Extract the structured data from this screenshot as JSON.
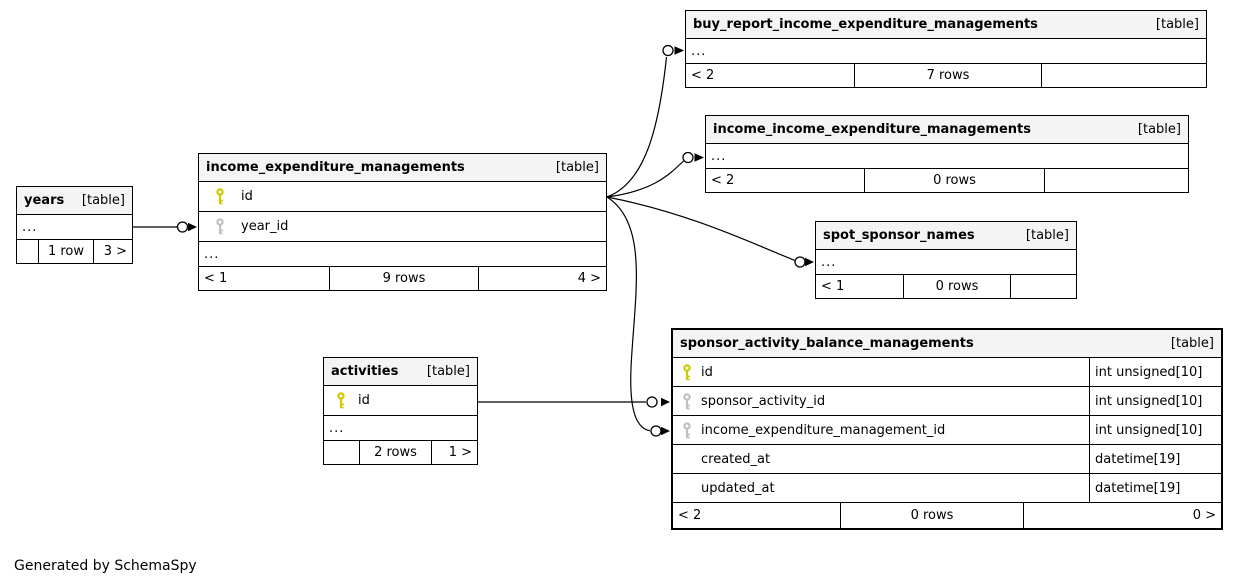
{
  "diagram": {
    "generator_note": "Generated by SchemaSpy"
  },
  "colors": {
    "background": "#ffffff",
    "table_header_bg": "#f4f4f4",
    "border": "#000000",
    "primary_key_icon": "#cccc00",
    "foreign_key_icon": "#c0c0c0"
  },
  "tables": {
    "years": {
      "title": "years",
      "tag": "[table]",
      "ellipsis": "...",
      "footer": {
        "left": "",
        "center": "1 row",
        "right": "3 >"
      }
    },
    "income_expenditure_managements": {
      "title": "income_expenditure_managements",
      "tag": "[table]",
      "columns": [
        {
          "name": "id",
          "key": "primary"
        },
        {
          "name": "year_id",
          "key": "foreign"
        }
      ],
      "ellipsis": "...",
      "footer": {
        "left": "< 1",
        "center": "9 rows",
        "right": "4 >"
      }
    },
    "buy_report_income_expenditure_managements": {
      "title": "buy_report_income_expenditure_managements",
      "tag": "[table]",
      "ellipsis": "...",
      "footer": {
        "left": "< 2",
        "center": "7 rows",
        "right": ""
      }
    },
    "income_income_expenditure_managements": {
      "title": "income_income_expenditure_managements",
      "tag": "[table]",
      "ellipsis": "...",
      "footer": {
        "left": "< 2",
        "center": "0 rows",
        "right": ""
      }
    },
    "spot_sponsor_names": {
      "title": "spot_sponsor_names",
      "tag": "[table]",
      "ellipsis": "...",
      "footer": {
        "left": "< 1",
        "center": "0 rows",
        "right": ""
      }
    },
    "activities": {
      "title": "activities",
      "tag": "[table]",
      "columns": [
        {
          "name": "id",
          "key": "primary"
        }
      ],
      "ellipsis": "...",
      "footer": {
        "left": "",
        "center": "2 rows",
        "right": "1 >"
      }
    },
    "sponsor_activity_balance_managements": {
      "title": "sponsor_activity_balance_managements",
      "tag": "[table]",
      "columns": [
        {
          "name": "id",
          "key": "primary",
          "type": "int unsigned[10]"
        },
        {
          "name": "sponsor_activity_id",
          "key": "foreign",
          "type": "int unsigned[10]"
        },
        {
          "name": "income_expenditure_management_id",
          "key": "foreign",
          "type": "int unsigned[10]"
        },
        {
          "name": "created_at",
          "key": "none",
          "type": "datetime[19]"
        },
        {
          "name": "updated_at",
          "key": "none",
          "type": "datetime[19]"
        }
      ],
      "footer": {
        "left": "< 2",
        "center": "0 rows",
        "right": "0 >"
      }
    }
  },
  "relationships": [
    {
      "from": "years",
      "to": "income_expenditure_managements.year_id"
    },
    {
      "from": "income_expenditure_managements.id",
      "to": "buy_report_income_expenditure_managements"
    },
    {
      "from": "income_expenditure_managements.id",
      "to": "income_income_expenditure_managements"
    },
    {
      "from": "income_expenditure_managements.id",
      "to": "spot_sponsor_names"
    },
    {
      "from": "income_expenditure_managements.id",
      "to": "sponsor_activity_balance_managements.income_expenditure_management_id"
    },
    {
      "from": "activities.id",
      "to": "sponsor_activity_balance_managements.sponsor_activity_id"
    }
  ]
}
